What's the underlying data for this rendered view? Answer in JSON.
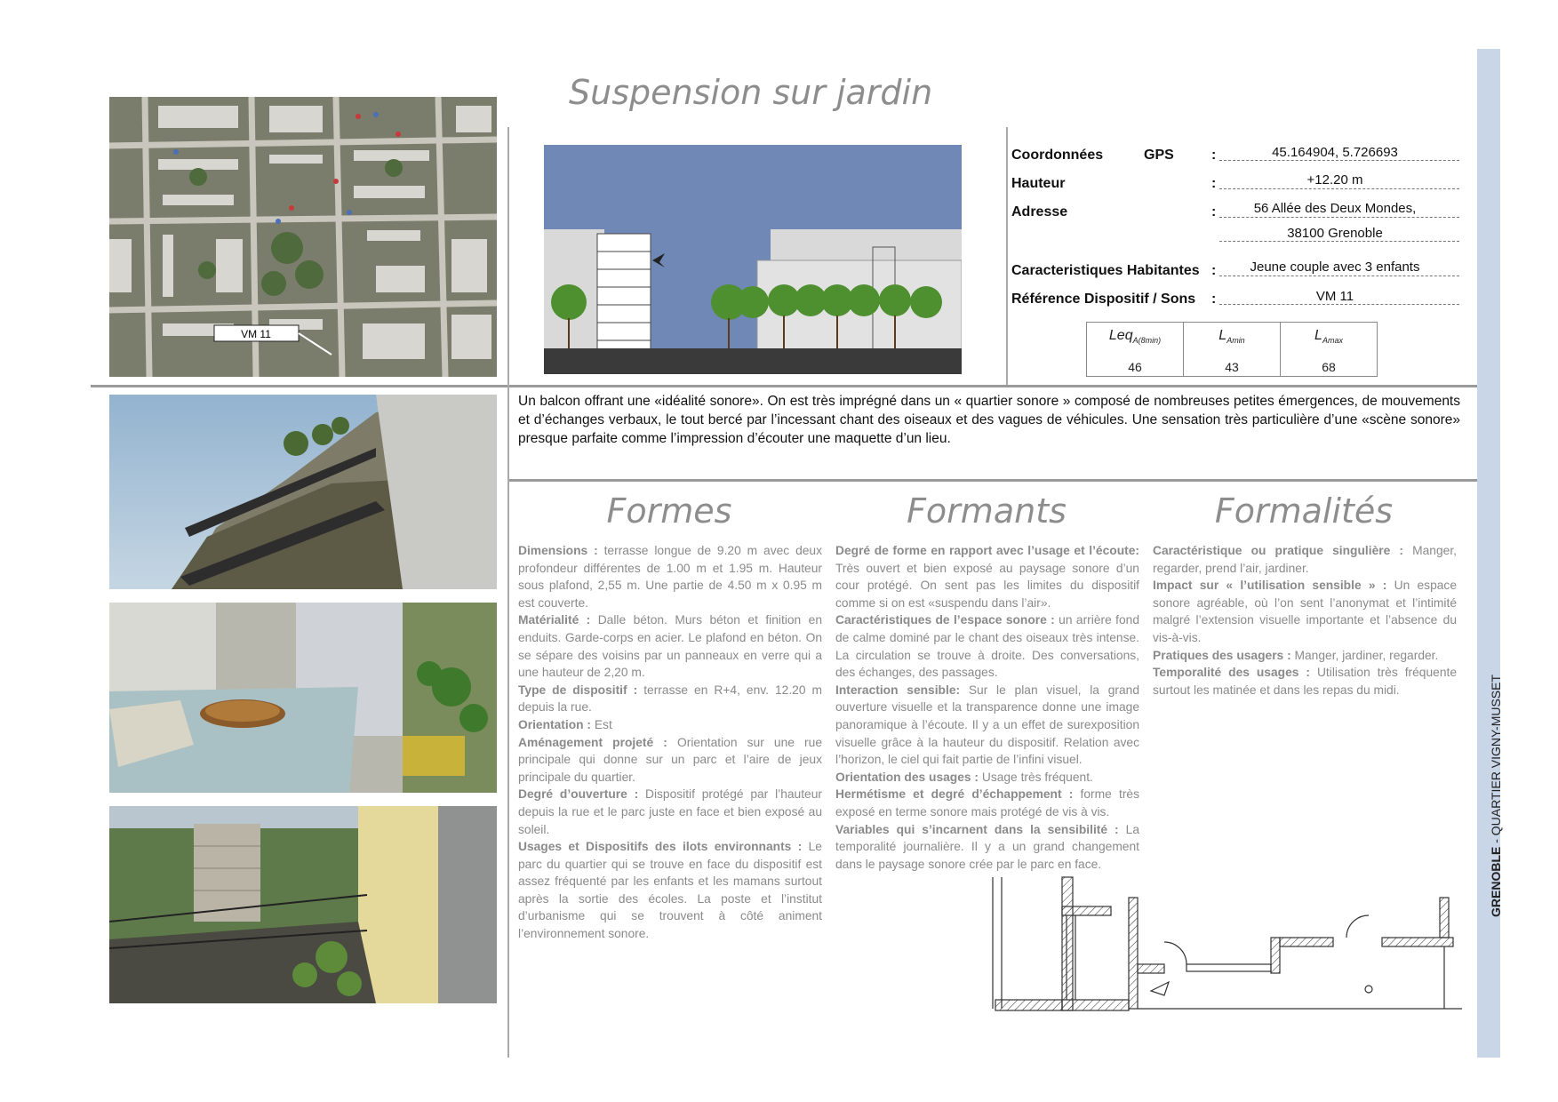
{
  "page": {
    "title": "Suspension sur jardin",
    "sidebar_bold": "GRENOBLE",
    "sidebar_rest": " - QUARTIER VIGNY-MUSSET"
  },
  "map": {
    "label": "VM 11"
  },
  "info": {
    "rows": [
      {
        "label": "Coordonnées",
        "label2": "GPS",
        "value": "45.164904, 5.726693"
      },
      {
        "label": "Hauteur",
        "value": "+12.20 m"
      },
      {
        "label": "Adresse",
        "value": "56 Allée des Deux Mondes,",
        "value2": "38100 Grenoble"
      },
      {
        "label": "Caracteristiques  Habitantes",
        "value": "Jeune couple avec 3 enfants"
      },
      {
        "label": "Référence Dispositif / Sons",
        "value": "VM 11"
      }
    ],
    "colon": ":"
  },
  "acoustics": [
    {
      "symbol": "Leq",
      "sub": "A(8min)",
      "value": "46"
    },
    {
      "symbol": "L",
      "sub": "Amin",
      "value": "43"
    },
    {
      "symbol": "L",
      "sub": "Amax",
      "value": "68"
    }
  ],
  "description": "Un balcon offrant une «idéalité sonore». On est très imprégné dans un « quartier sonore » composé de nombreuses petites émergences, de mouvements et d’échanges verbaux, le tout bercé par l’incessant chant des oiseaux et des vagues de véhicules. Une sensation très particulière d’une «scène sonore» presque parfaite comme l’impression d’écouter une maquette d’un lieu.",
  "columns": [
    {
      "title": "Formes",
      "items": [
        {
          "label": "Dimensions :",
          "text": " terrasse longue de 9.20 m avec deux profondeur différentes de 1.00 m et 1.95 m. Hauteur sous plafond, 2,55 m. Une partie de 4.50 m x 0.95 m est couverte."
        },
        {
          "label": "Matérialité :",
          "text": " Dalle béton. Murs béton et finition en enduits. Garde-corps en acier. Le plafond en béton. On se sépare des voisins par un panneaux en verre qui a une hauteur de 2,20 m."
        },
        {
          "label": "Type de dispositif :",
          "text": " terrasse en R+4, env. 12.20 m depuis la rue."
        },
        {
          "label": "Orientation :",
          "text": " Est"
        },
        {
          "label": "Aménagement projeté :",
          "text": " Orientation sur une rue principale qui donne sur un parc et l’aire de jeux principale du quartier."
        },
        {
          "label": "Degré d’ouverture :",
          "text": " Dispositif protégé par l’hauteur depuis la rue et le parc juste en face et bien exposé au soleil."
        },
        {
          "label": "Usages et Dispositifs des ilots environnants :",
          "text": " Le parc du quartier qui se trouve en face du dispositif est assez fréquenté par les enfants et les mamans surtout après la sortie des écoles. La poste et l’institut d’urbanisme qui se trouvent à côté animent l’environnement sonore."
        }
      ]
    },
    {
      "title": "Formants",
      "items": [
        {
          "label": "Degré de forme en rapport avec l’usage et l’écoute:",
          "text": " Très ouvert et bien exposé au paysage sonore d’un cour protégé. On sent pas les limites du dispositif comme si on est «suspendu dans l’air»."
        },
        {
          "label": "Caractéristiques de l’espace sonore :",
          "text": " un arrière fond de calme dominé par le chant des oiseaux très intense. La circulation se trouve à droite. Des conversations, des échanges, des passages."
        },
        {
          "label": "Interaction sensible:",
          "text": "  Sur le plan visuel, la grand ouverture visuelle et la transparence donne une image panoramique à l’écoute. Il y a un effet de surexposition visuelle grâce à la hauteur du dispositif. Relation avec l’horizon, le ciel qui fait partie de l’infini visuel."
        },
        {
          "label": "Orientation des usages :",
          "text": "  Usage très fréquent."
        },
        {
          "label": "Hermétisme et degré d’échappement :",
          "text": " forme très exposé en terme sonore mais protégé de vis à vis."
        },
        {
          "label": "Variables qui s’incarnent dans la sensibilité :",
          "text": " La temporalité journalière. Il y a un grand changement dans le paysage sonore crée par le parc en face."
        }
      ]
    },
    {
      "title": "Formalités",
      "items": [
        {
          "label": "Caractéristique ou pratique singulière :",
          "text": " Manger, regarder, prend l’air, jardiner."
        },
        {
          "label": "Impact sur « l’utilisation sensible » :",
          "text": "  Un espace sonore agréable, où l’on sent l’anonymat et l’intimité malgré l’extension visuelle importante et l’absence du vis-à-vis."
        },
        {
          "label": "Pratiques des usagers :",
          "text": " Manger, jardiner,  regarder."
        },
        {
          "label": "Temporalité des usages :",
          "text": " Utilisation très fréquente surtout les matinée et dans les repas du midi."
        }
      ]
    }
  ],
  "colors": {
    "sky": "#7088b6",
    "sidebar": "#c9d6e8",
    "title_gray": "#8d8d8d",
    "body_gray": "#8a8a8a"
  }
}
